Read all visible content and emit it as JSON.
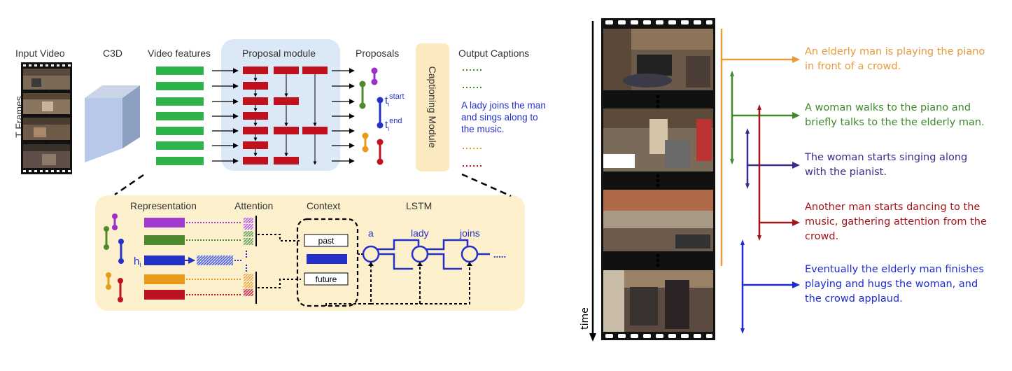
{
  "left": {
    "input_video_label": "Input Video",
    "c3d_label": "C3D",
    "video_features_label": "Video features",
    "proposal_module_label": "Proposal module",
    "proposals_label": "Proposals",
    "output_captions_label": "Output Captions",
    "t_frames_label": "T Frames",
    "captioning_module_label": "Captioning Module",
    "t_start_base": "t",
    "t_start_sub": "i",
    "t_start_sup": "start",
    "t_end_base": "t",
    "t_end_sub": "i",
    "t_end_sup": "end",
    "highlighted_caption": "A lady joins the man\nand sings along to\nthe music.",
    "bottom": {
      "representation_label": "Representation",
      "attention_label": "Attention",
      "context_label": "Context",
      "lstm_label": "LSTM",
      "h_label": "h",
      "h_sub": "i",
      "past_label": "past",
      "future_label": "future",
      "words": [
        "a",
        "lady",
        "joins"
      ],
      "ellipsis": "....."
    }
  },
  "right": {
    "time_label": "time",
    "captions": [
      {
        "text": "An elderly man is playing the piano\nin front of a crowd.",
        "color": "#e89a3c"
      },
      {
        "text": "A woman walks to the piano and\nbriefly talks to the the elderly man.",
        "color": "#3f8a2a"
      },
      {
        "text": "The woman starts singing along\nwith the pianist.",
        "color": "#3b2a8c"
      },
      {
        "text": "Another man starts dancing to the\nmusic, gathering attention from the\ncrowd.",
        "color": "#a3151a"
      },
      {
        "text": "Eventually the elderly man finishes\nplaying and hugs the woman, and\nthe crowd applaud.",
        "color": "#1f2ad0"
      }
    ]
  },
  "colors": {
    "feature_green": "#2db34a",
    "proposal_red": "#c0111f",
    "proposal_bg": "#dbe8f5",
    "captioning_bg": "#fbe9bf",
    "bottom_bg": "#fdf0cc",
    "lstm_blue": "#2431c9"
  }
}
